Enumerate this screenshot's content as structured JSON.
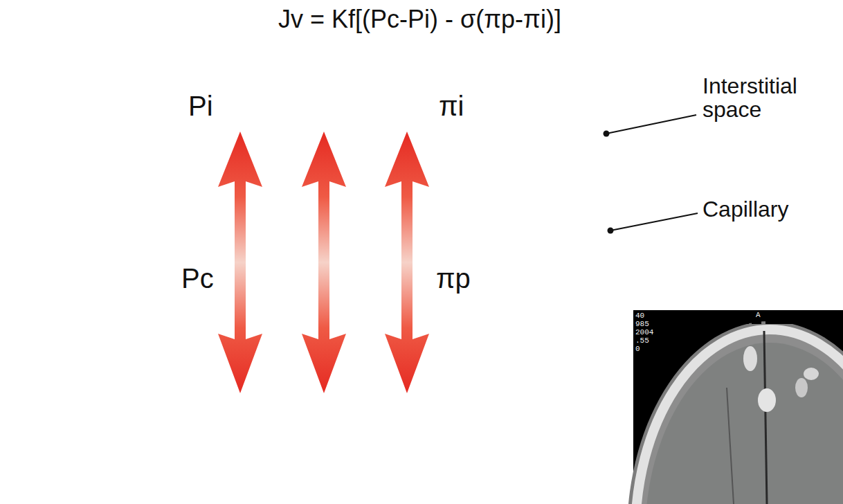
{
  "diagram": {
    "title": "Jv = Kf[(Pc-Pi) - σ(πp-πi)]",
    "nodes": [
      {
        "text": [
          "Pi",
          "πi"
        ]
      },
      {
        "text": [
          "Pc",
          "πp"
        ],
        "in": 0
      }
    ],
    "labels": [
      "Interstitial space",
      "Capillary",
      "40",
      "985",
      "2004",
      ".55",
      "0",
      "A"
    ]
  }
}
